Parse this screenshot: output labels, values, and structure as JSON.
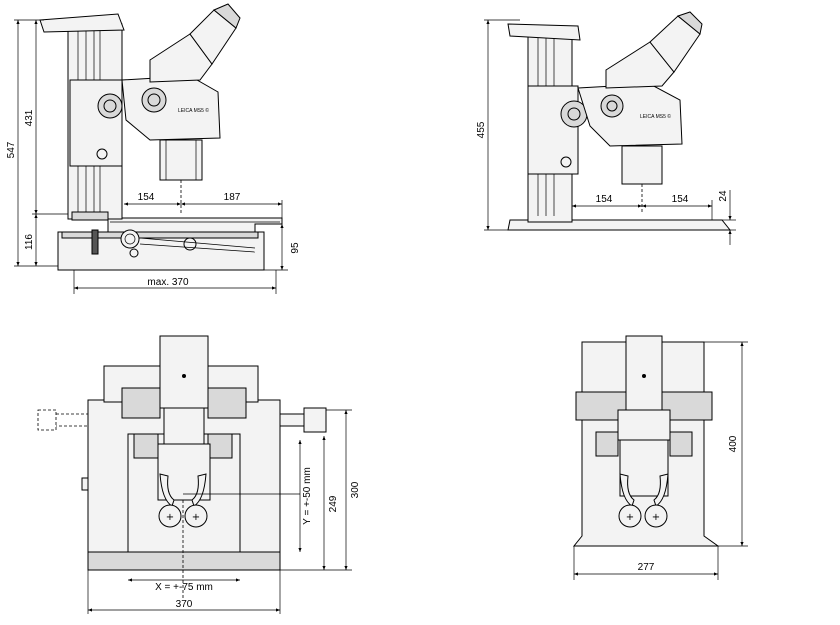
{
  "drawing": {
    "side_view_left": {
      "height_total": "547",
      "height_upper": "431",
      "height_base": "116",
      "reach_left": "154",
      "reach_right": "187",
      "stage_height": "95",
      "width_max": "max. 370",
      "logo": "LEICA MS5 ©"
    },
    "side_view_right": {
      "height_total": "455",
      "reach_left": "154",
      "reach_right": "154",
      "base_height": "24",
      "logo": "LEICA MS5 ©"
    },
    "front_view_left": {
      "width": "370",
      "travel_x": "X = +-75 mm",
      "travel_y": "Y = +-50 mm",
      "depth_outer": "300",
      "depth_inner": "249"
    },
    "front_view_right": {
      "depth": "400",
      "width": "277"
    }
  }
}
